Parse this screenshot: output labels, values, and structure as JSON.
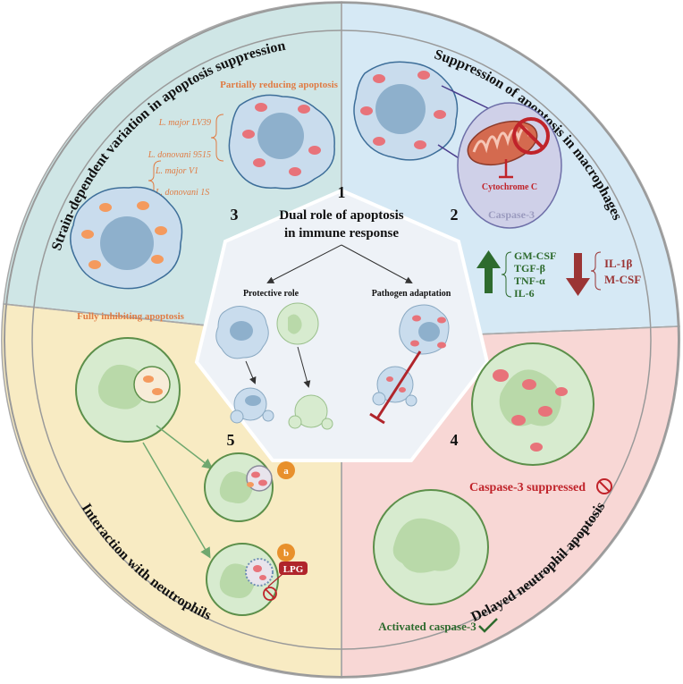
{
  "center": {
    "number": "1",
    "title_line1": "Dual role of apoptosis",
    "title_line2": "in immune response",
    "protective_label": "Protective role",
    "pathogen_label": "Pathogen adaptation"
  },
  "panel2": {
    "number": "2",
    "title": "Suppression of apoptosis in macrophages",
    "cytochrome_label": "Cytochrome C",
    "caspase_label": "Caspase-3",
    "up_list": [
      "GM-CSF",
      "TGF-β",
      "TNF-α",
      "IL-6"
    ],
    "down_list": [
      "IL-1β",
      "M-CSF"
    ]
  },
  "panel3": {
    "number": "3",
    "title": "Strain-dependent variation in apoptosis suppression",
    "partial_label": "Partially reducing apoptosis",
    "full_label": "Fully inhibiting apoptosis",
    "partial_strains": [
      "L. major LV39",
      "L. donovani 9515"
    ],
    "full_strains": [
      "L. major V1",
      "L. donovani 1S"
    ]
  },
  "panel4": {
    "number": "4",
    "title": "Delayed neutrophil apoptosis",
    "suppressed_label": "Caspase-3 suppressed",
    "activated_label": "Activated caspase-3"
  },
  "panel5": {
    "number": "5",
    "title": "Interaction with neutrophils",
    "badge_a": "a",
    "badge_b": "b",
    "lpg_label": "LPG"
  },
  "colors": {
    "panel2_bg": "#d6e9f5",
    "panel3_bg": "#cfe6e6",
    "panel4_bg": "#f8d7d5",
    "panel5_bg": "#f8ebc3",
    "up_green": "#2e6b2e",
    "down_red": "#9b3535",
    "strain_orange": "#e07b43",
    "inhibit_red": "#c0232a",
    "badge_orange": "#e8902c"
  }
}
